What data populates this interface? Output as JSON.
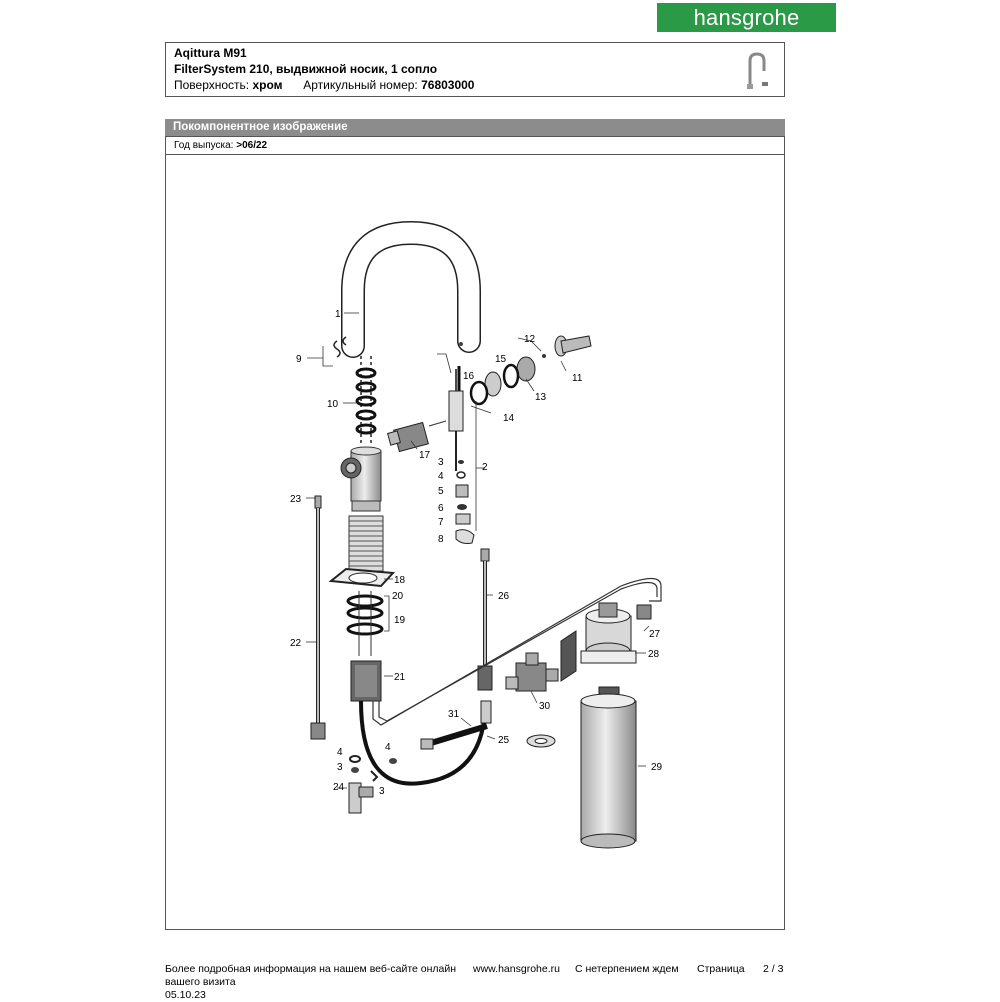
{
  "brand": {
    "logo_text": "hansgrohe",
    "color": "#2b9a47"
  },
  "header": {
    "product_name": "Aqittura M91",
    "product_description": "FilterSystem 210, выдвижной носик, 1 сопло",
    "surface_label": "Поверхность:",
    "surface_value": "хром",
    "article_label": "Артикульный номер:",
    "article_value": "76803000"
  },
  "section": {
    "title": "Покомпонентное изображение",
    "year_label": "Год выпуска:",
    "year_value": ">06/22",
    "bar_color": "#8c8c8c"
  },
  "parts": [
    "1",
    "2",
    "3",
    "4",
    "5",
    "6",
    "7",
    "8",
    "9",
    "10",
    "11",
    "12",
    "13",
    "14",
    "15",
    "16",
    "17",
    "18",
    "19",
    "20",
    "21",
    "22",
    "23",
    "24",
    "25",
    "26",
    "27",
    "28",
    "29",
    "30",
    "31"
  ],
  "part_labels": {
    "p1": "1",
    "p9": "9",
    "p10": "10",
    "p12": "12",
    "p15": "15",
    "p16": "16",
    "p11": "11",
    "p13": "13",
    "p14": "14",
    "p17": "17",
    "p3a": "3",
    "p4a": "4",
    "p5": "5",
    "p6": "6",
    "p7": "7",
    "p8": "8",
    "p2": "2",
    "p23": "23",
    "p18": "18",
    "p20": "20",
    "p19": "19",
    "p22": "22",
    "p26": "26",
    "p27": "27",
    "p28": "28",
    "p21": "21",
    "p30": "30",
    "p31": "31",
    "p25": "25",
    "p4b": "4",
    "p4c": "4",
    "p3b": "3",
    "p3c": "3",
    "p24": "24",
    "p29": "29"
  },
  "footer": {
    "info_text": "Более подробная информация на нашем веб-сайте онлайн",
    "website": "www.hansgrohe.ru",
    "greeting_line1": "С нетерпением ждем",
    "greeting_line2": "вашего визита",
    "page_label": "Страница",
    "page_number": "2 / 3",
    "date": "05.10.23"
  }
}
